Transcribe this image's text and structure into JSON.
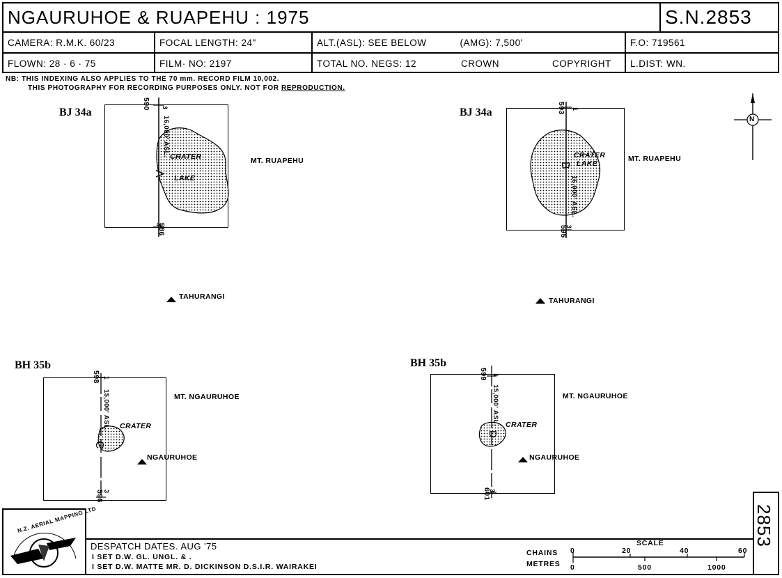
{
  "header": {
    "title": "NGAURUHOE & RUAPEHU : 1975",
    "sheet_number": "S.N.2853",
    "camera": "CAMERA: R.M.K. 60/23",
    "focal_length": "FOCAL  LENGTH: 24\"",
    "altitude_asl": "ALT.(ASL): SEE  BELOW",
    "altitude_amg": "(AMG): 7,500'",
    "fo": "F.O: 719561",
    "flown": "FLOWN: 28 · 6 · 75",
    "film_no": "FILM· NO: 2197",
    "total_negs": "TOTAL  NO.  NEGS: 12",
    "crown": "CROWN",
    "copyright": "COPYRIGHT",
    "ldist": "L.DIST: WN."
  },
  "notes": {
    "line1": "NB: THIS  INDEXING  ALSO  APPLIES  TO  THE  70 mm.   RECORD  FILM   10,002.",
    "line2_prefix": "THIS  PHOTOGRAPHY  FOR  RECORDING  PURPOSES  ONLY. NOT  FOR ",
    "line2_underlined": "REPRODUCTION."
  },
  "panels": [
    {
      "run": "BJ 34a",
      "mountain": "MT.  RUAPEHU",
      "feature1": "CRATER",
      "feature2": "LAKE",
      "altitude": "16,000' ASL.",
      "top_neg": "590",
      "bottom_neg": "586",
      "top_sub": "3",
      "bottom_sub": "3",
      "marker": "A",
      "peak": "TAHURANGI"
    },
    {
      "run": "BJ 34a",
      "mountain": "MT.  RUAPEHU",
      "feature1": "CRATER",
      "feature2": "LAKE",
      "altitude": "16,000' ASL.",
      "top_neg": "593",
      "bottom_neg": "595",
      "top_sub": "1",
      "bottom_sub": "3",
      "marker": "B",
      "peak": "TAHURANGI"
    },
    {
      "run": "BH 35b",
      "mountain": "MT.  NGAURUHOE",
      "feature1": "CRATER",
      "altitude": "15,000' ASL.",
      "top_neg": "598",
      "bottom_neg": "596",
      "top_sub": "1",
      "bottom_sub": "3",
      "marker": "C",
      "peak": "NGAURUHOE"
    },
    {
      "run": "BH 35b",
      "mountain": "MT.  NGAURUHOE",
      "feature1": "CRATER",
      "altitude": "15,000' ASL.",
      "top_neg": "599",
      "bottom_neg": "601",
      "top_sub": "1",
      "bottom_sub": "3",
      "marker": "D",
      "peak": "NGAURUHOE"
    }
  ],
  "north_arrow": "N",
  "logo_text": "N.Z. AERIAL MAPPING LTD",
  "footer": {
    "despatch": "DESPATCH  DATES. AUG '75",
    "line1": "I  SET  D.W. GL. UNGL. & .",
    "line2": "I  SET  D.W. MATTE   MR. D.  DICKINSON   D.S.I.R.  WAIRAKEI",
    "sheet_vertical": "2853",
    "scale_title": "SCALE",
    "chains_label": "CHAINS",
    "metres_label": "METRES",
    "chains_ticks": [
      "0",
      "20",
      "40",
      "60"
    ],
    "metres_ticks": [
      "0",
      "500",
      "1000"
    ]
  }
}
